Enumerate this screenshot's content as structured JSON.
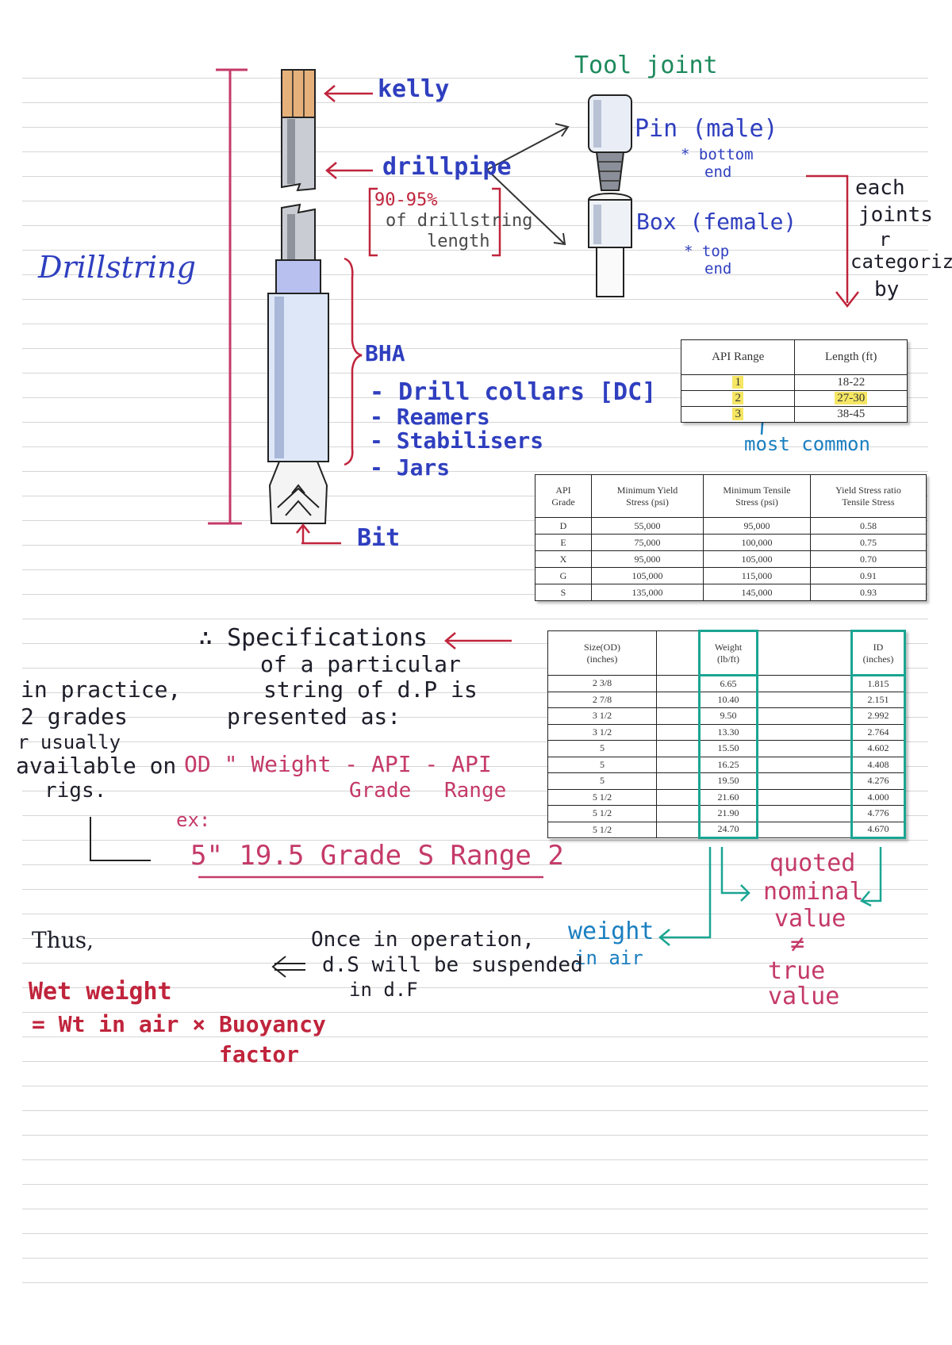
{
  "diagram": {
    "label_drillstring": "Drillstring",
    "label_kelly": "kelly",
    "label_drillpipe": "drillpipe",
    "drillpipe_note": [
      "90-95%",
      "of drillstring",
      "length"
    ],
    "label_bha": "BHA",
    "bha_items": [
      "- Drill collars [DC]",
      "- Reamers",
      "- Stabilisers",
      "- Jars"
    ],
    "label_bit": "Bit"
  },
  "tool_joint": {
    "title": "Tool joint",
    "pin_label": "Pin (male)",
    "pin_note": [
      "* bottom",
      "end"
    ],
    "box_label": "Box (female)",
    "box_note": [
      "* top",
      "end"
    ],
    "side_note": [
      "each",
      "joints",
      "r",
      "categorize",
      "by"
    ]
  },
  "range_table": {
    "headers": [
      "API Range",
      "Length (ft)"
    ],
    "rows": [
      [
        "1",
        "18-22"
      ],
      [
        "2",
        "27-30"
      ],
      [
        "3",
        "38-45"
      ]
    ],
    "annotation": "most common",
    "highlight_color": "#f5e663"
  },
  "grade_table": {
    "headers": [
      "API\nGrade",
      "Minimum Yield\nStress (psi)",
      "Minimum Tensile\nStress (psi)",
      "Yield Stress    ratio\nTensile Stress"
    ],
    "rows": [
      [
        "D",
        "55,000",
        "95,000",
        "0.58"
      ],
      [
        "E",
        "75,000",
        "100,000",
        "0.75"
      ],
      [
        "X",
        "95,000",
        "105,000",
        "0.70"
      ],
      [
        "G",
        "105,000",
        "115,000",
        "0.91"
      ],
      [
        "S",
        "135,000",
        "145,000",
        "0.93"
      ]
    ]
  },
  "size_table": {
    "headers": [
      "Size(OD)\n(inches)",
      "",
      "Weight\n(lb/ft)",
      "",
      "ID\n(inches)"
    ],
    "rows": [
      [
        "2 3/8",
        "6.65",
        "1.815"
      ],
      [
        "2 7/8",
        "10.40",
        "2.151"
      ],
      [
        "3 1/2",
        "9.50",
        "2.992"
      ],
      [
        "3 1/2",
        "13.30",
        "2.764"
      ],
      [
        "5",
        "15.50",
        "4.602"
      ],
      [
        "5",
        "16.25",
        "4.408"
      ],
      [
        "5",
        "19.50",
        "4.276"
      ],
      [
        "5 1/2",
        "21.60",
        "4.000"
      ],
      [
        "5 1/2",
        "21.90",
        "4.776"
      ],
      [
        "5 1/2",
        "24.70",
        "4.670"
      ]
    ],
    "box_color": "#1aa592"
  },
  "spec": {
    "lines": [
      "∴ Specifications",
      "of a particular",
      "string of d.P is",
      "presented as:"
    ],
    "practice": [
      "in practice,",
      "2 grades",
      "r usually",
      "available on",
      "rigs."
    ],
    "format": [
      "OD \" Weight - API - API",
      "Grade",
      "Range"
    ],
    "example_label": "ex:",
    "example": "5\" 19.5 Grade S Range 2"
  },
  "quoted": {
    "lines": [
      "quoted",
      "nominal",
      "value",
      "≠",
      "true",
      "value"
    ],
    "weight_in_air": [
      "weight",
      "in air"
    ]
  },
  "operation": {
    "thus": "Thus,",
    "lines": [
      "Once in operation,",
      "d.S will be suspended",
      "in d.F"
    ],
    "wet_weight": "Wet weight",
    "formula": [
      "= Wt in air × Buoyancy",
      "factor"
    ]
  }
}
